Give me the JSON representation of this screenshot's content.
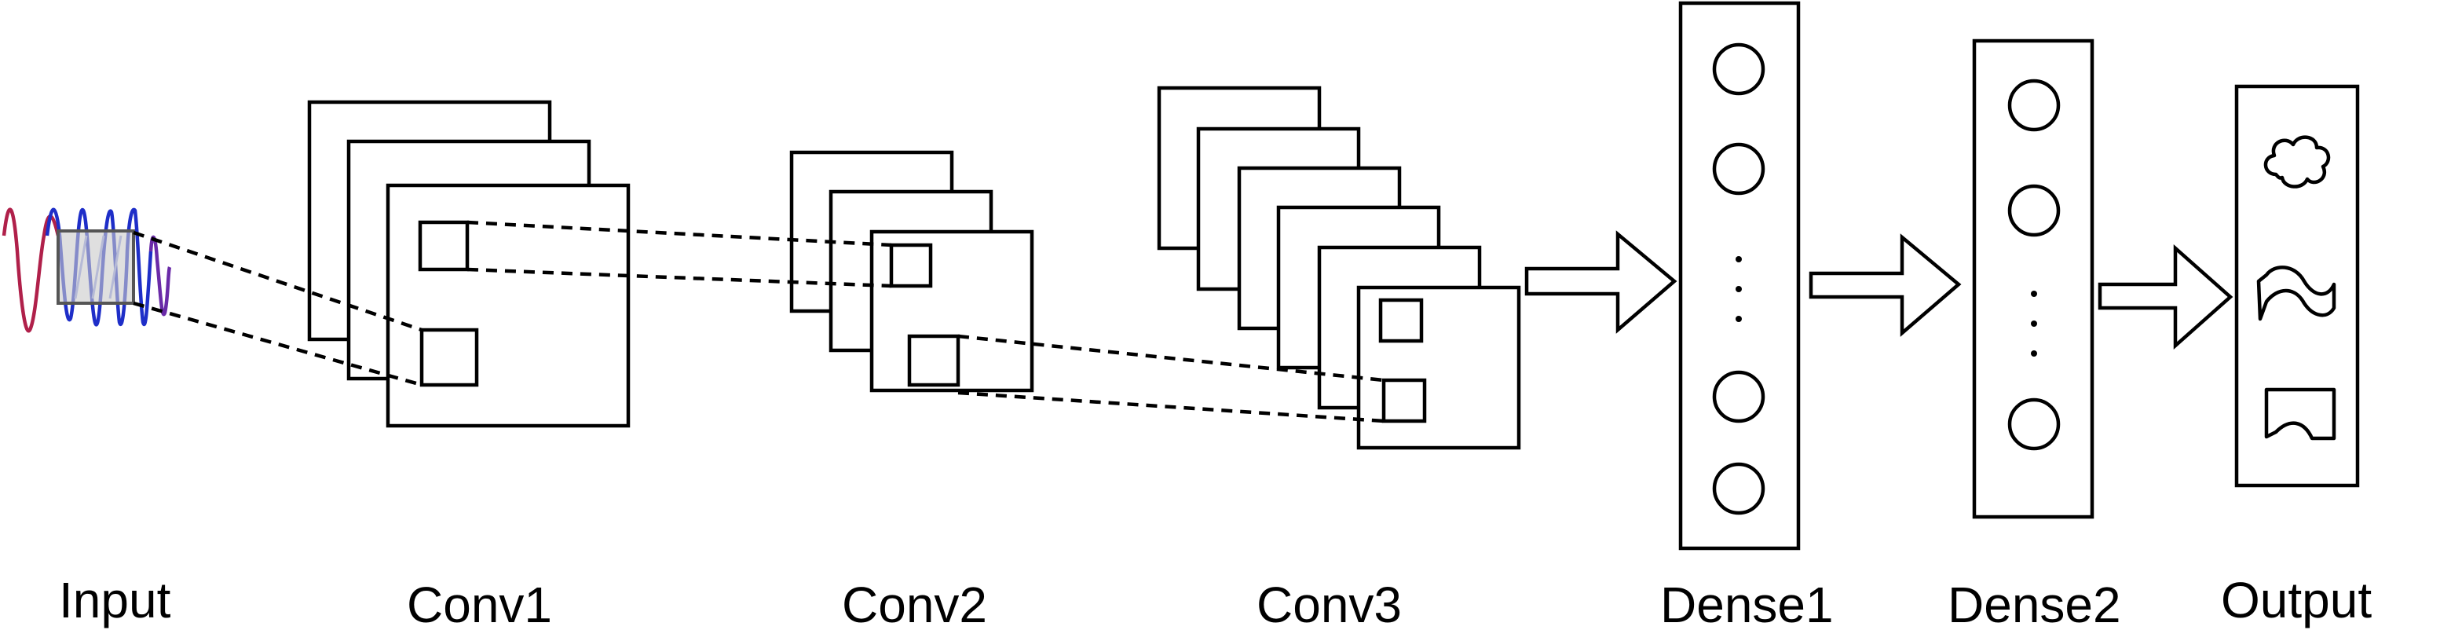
{
  "labels": {
    "input": "Input",
    "conv1": "Conv1",
    "conv2": "Conv2",
    "conv3": "Conv3",
    "dense1": "Dense1",
    "dense2": "Dense2",
    "output": "Output"
  },
  "colors": {
    "signal_red": "#b0204a",
    "signal_blue": "#1e2ec8",
    "signal_purple": "#6a2aa8",
    "window_fill": "#c9c9c9",
    "window_stroke": "#555555",
    "line": "#000000"
  },
  "output_icons": [
    "cloud-icon",
    "wave-flag-icon",
    "document-icon"
  ]
}
